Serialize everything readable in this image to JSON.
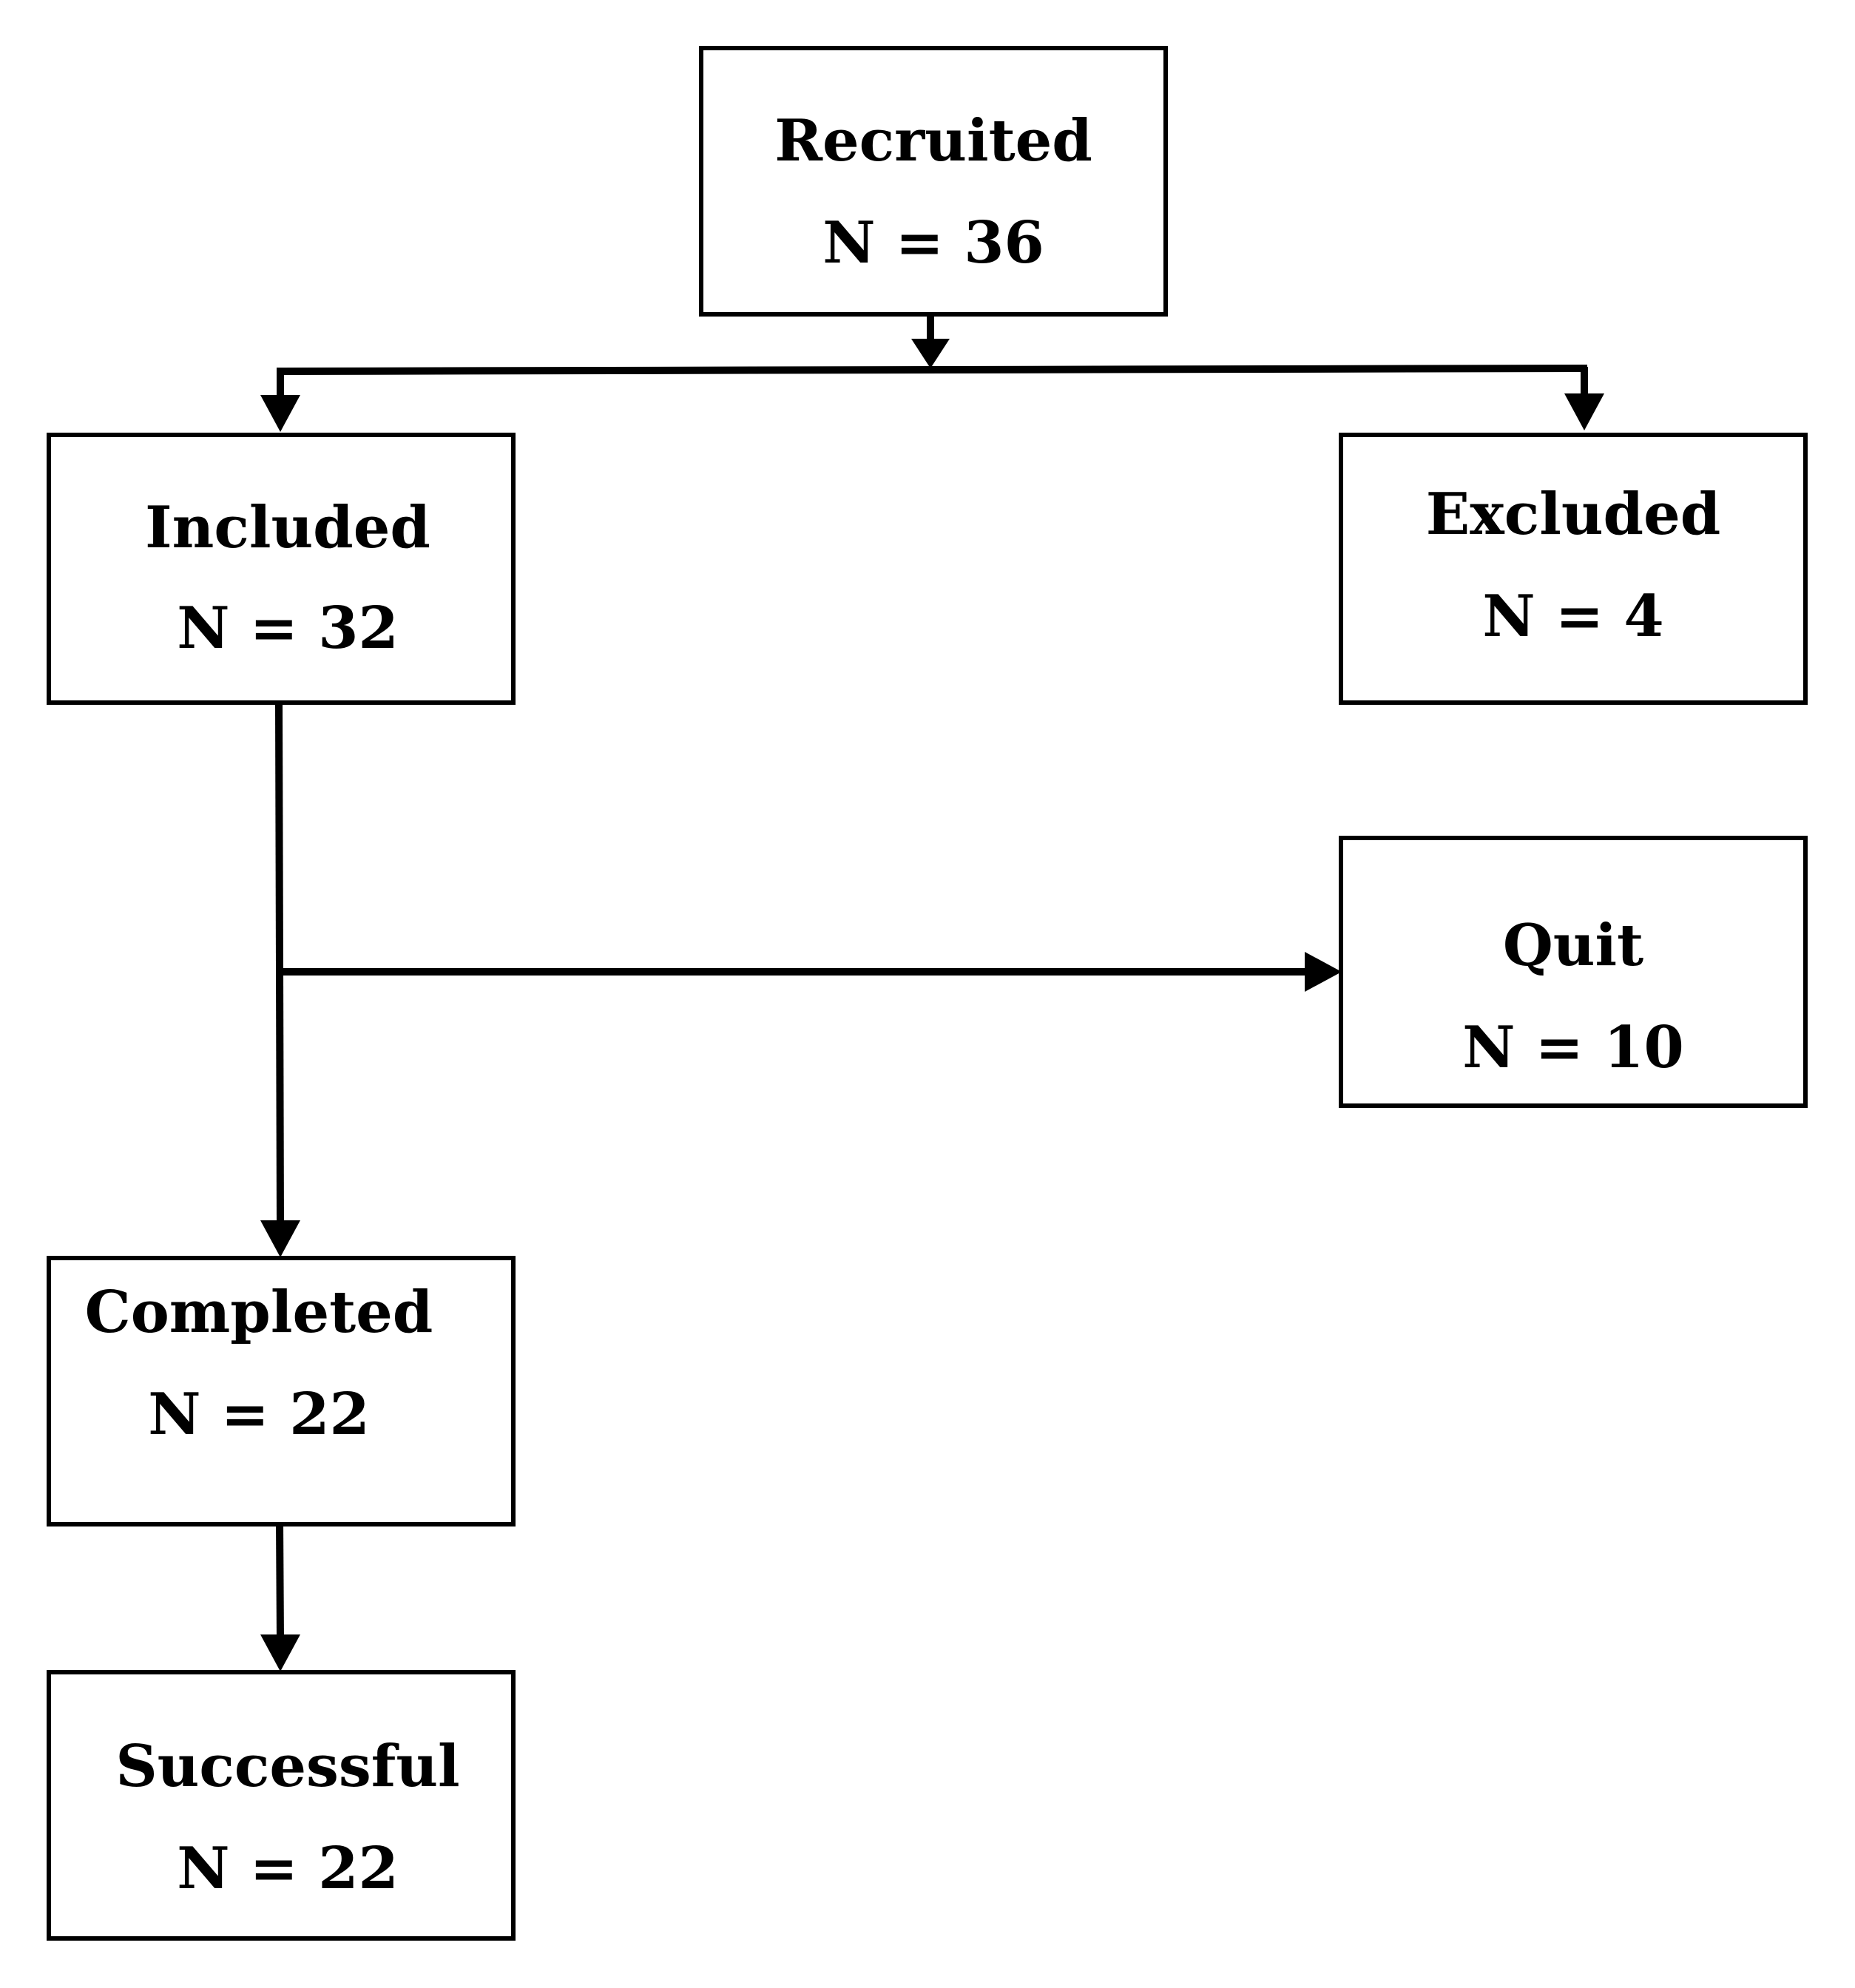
{
  "nodes": {
    "recruited": {
      "title": "Recruited",
      "count": "N = 36"
    },
    "included": {
      "title": "Included",
      "count": "N = 32"
    },
    "excluded": {
      "title": "Excluded",
      "count": "N = 4"
    },
    "quit": {
      "title": "Quit",
      "count": "N = 10"
    },
    "completed": {
      "title": "Completed",
      "count": "N = 22"
    },
    "successful": {
      "title": "Successful",
      "count": "N = 22"
    }
  },
  "colors": {
    "line": "#000000",
    "box_fill": "#ffffff"
  }
}
